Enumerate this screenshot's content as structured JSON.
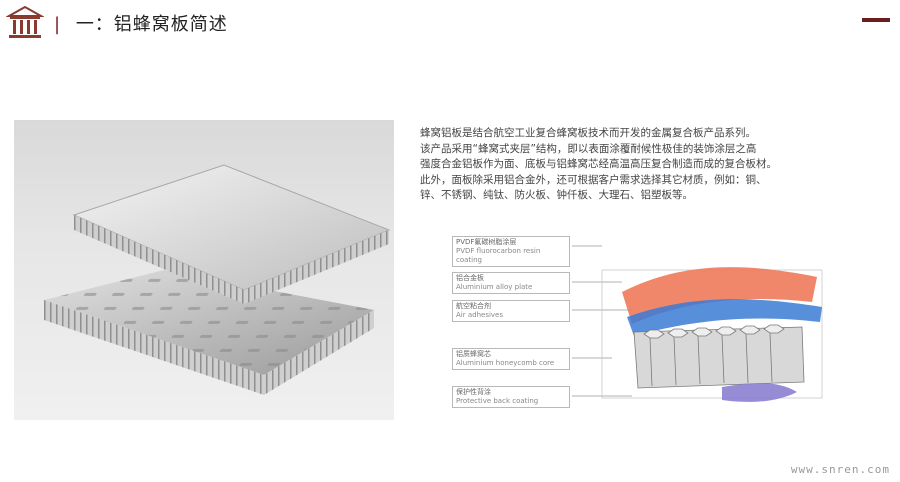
{
  "header": {
    "title": "一：铝蜂窝板简述",
    "separator": "|"
  },
  "intro": {
    "paragraphs": [
      "蜂窝铝板是结合航空工业复合蜂窝板技术而开发的金属复合板产品系列。",
      "该产品采用“蜂窝式夹层”结构，即以表面涂覆耐候性极佳的装饰涂层之高",
      "强度合金铝板作为面、底板与铝蜂窝芯经高温高压复合制造而成的复合板材。",
      "此外，面板除采用铝合金外，还可根据客户需求选择其它材质，例如：铜、",
      "锌、不锈钢、纯钛、防火板、钟仟板、大理石、铝塑板等。"
    ]
  },
  "diagram": {
    "layers": [
      {
        "cn": "PVDF氟碳树脂涂层",
        "en": "PVDF fluorocarbon resin coating"
      },
      {
        "cn": "铝合金板",
        "en": "Aluminium alloy plate"
      },
      {
        "cn": "航空粘合剂",
        "en": "Air adhesives"
      },
      {
        "cn": "铝质蜂窝芯",
        "en": "Aluminium honeycomb core"
      },
      {
        "cn": "保护性背涂",
        "en": "Protective back coating"
      }
    ]
  },
  "footer": {
    "watermark": "www.snren.com"
  },
  "colors": {
    "accent": "#6b1d1d",
    "coating": "#f07a5a",
    "adhesive": "#3a7bd5",
    "back_coating": "#8a7fd0"
  }
}
